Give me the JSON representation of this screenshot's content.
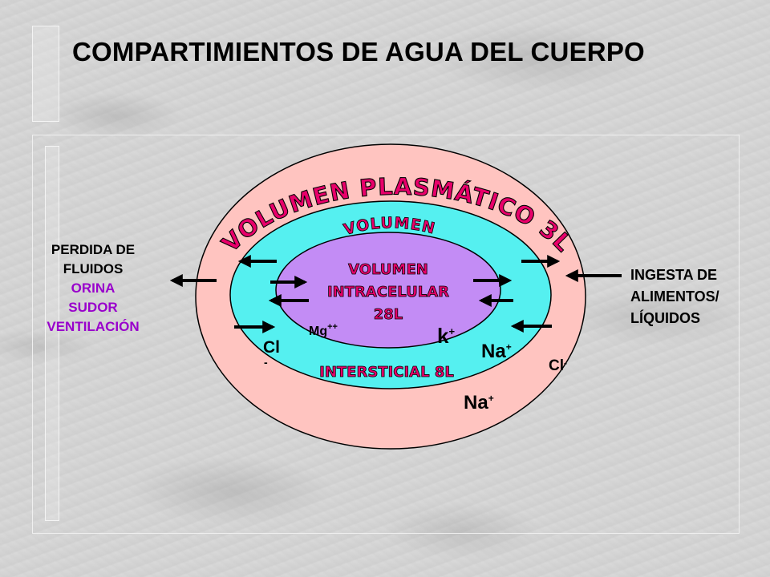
{
  "title": "COMPARTIMIENTOS DE AGUA DEL CUERPO",
  "outputs": {
    "heading_line1": "PERDIDA DE",
    "heading_line2": "FLUIDOS",
    "items": [
      "ORINA",
      "SUDOR",
      "VENTILACIÓN"
    ]
  },
  "inputs": {
    "line1": "INGESTA DE",
    "line2": "ALIMENTOS/",
    "line3": "LÍQUIDOS"
  },
  "compartments": {
    "plasma": {
      "label": "VOLUMEN PLASMÁTICO 3L",
      "color": "#ffc4c0"
    },
    "interstitial": {
      "label_top": "VOLUMEN",
      "label_bottom": "INTERSTICIAL  8L",
      "color": "#55f0f0"
    },
    "intracellular": {
      "line1": "VOLUMEN",
      "line2": "INTRACELULAR",
      "line3": "28L",
      "color": "#c38cf5"
    }
  },
  "ions": {
    "mg": "Mg",
    "mg_charge": "++",
    "k": "k",
    "k_charge": "+",
    "na_interstitial": "Na",
    "na_interstitial_charge": "+",
    "cl_interstitial": "Cl",
    "cl_interstitial_charge": "-",
    "na_plasma": "Na",
    "na_plasma_charge": "+",
    "cl_plasma": "Cl",
    "cl_plasma_charge": "-"
  },
  "colors": {
    "label_text": "#e8006a",
    "label_outline": "#000000",
    "outputs_items": "#9900cc"
  }
}
